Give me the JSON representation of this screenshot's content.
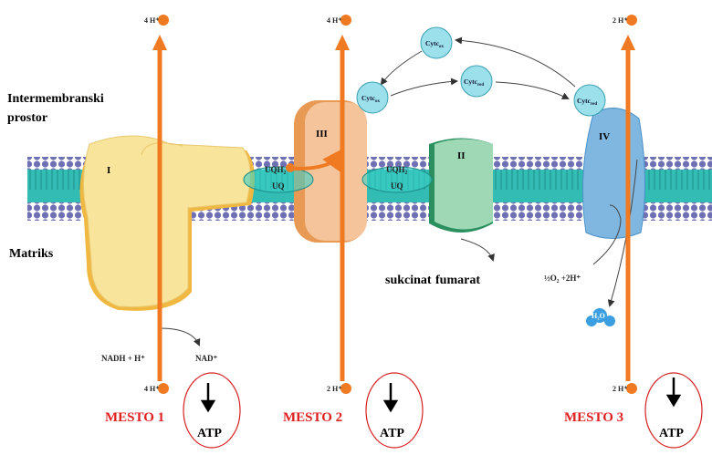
{
  "labels": {
    "intermembrane": "Intermembranski prostor",
    "intermembrane_l1": "Intermembranski",
    "intermembrane_l2": "prostor",
    "matrix": "Matriks",
    "nadh": "NADH + H⁺",
    "nad": "NAD⁺",
    "succinate": "sukcinat",
    "fumarate": "fumarat",
    "oxygen": "½O₂ +2H⁺",
    "water": "H₂O",
    "uqh2_left": "UQH₂",
    "uq_left": "UQ",
    "uqh2_right": "UQH₂",
    "uq_right": "UQ"
  },
  "complexes": [
    {
      "id": "I",
      "label": "I",
      "color": "#f8e49a"
    },
    {
      "id": "III",
      "label": "III",
      "color": "#f5c49a"
    },
    {
      "id": "II",
      "label": "II",
      "color": "#9ed8b4"
    },
    {
      "id": "IV",
      "label": "IV",
      "color": "#7fb7e0"
    }
  ],
  "cytochromes": [
    {
      "base": "Cytc",
      "sub": "ox"
    },
    {
      "base": "Cytc",
      "sub": "ox"
    },
    {
      "base": "Cytc",
      "sub": "red"
    },
    {
      "base": "Cytc",
      "sub": "red"
    }
  ],
  "sites": [
    {
      "name": "MESTO 1",
      "top_protons": "4 H⁺",
      "bottom_protons": "4 H⁺",
      "product": "ATP"
    },
    {
      "name": "MESTO 2",
      "top_protons": "4 H⁺",
      "bottom_protons": "2 H⁺",
      "product": "ATP"
    },
    {
      "name": "MESTO 3",
      "top_protons": "2 H⁺",
      "bottom_protons": "2 H⁺",
      "product": "ATP"
    }
  ],
  "colors": {
    "proton_arrow": "#f07a22",
    "site_label": "#e02020",
    "atp_ring": "#d42020",
    "membrane_top": "#2fb8b0",
    "membrane_bottom": "#7a7ab8"
  }
}
